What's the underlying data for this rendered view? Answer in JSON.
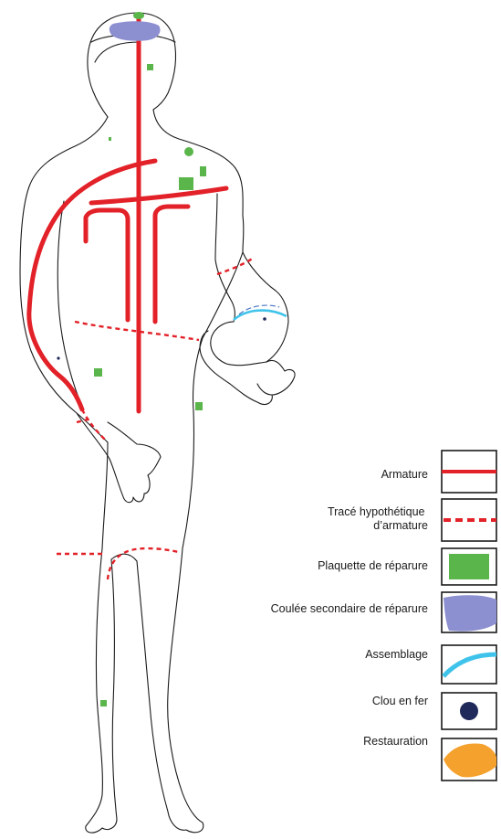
{
  "legend": {
    "items": [
      {
        "id": "armature",
        "label_lines": [
          "Armature"
        ],
        "color": "#e22128",
        "symbol": "solid-line"
      },
      {
        "id": "hypothetical",
        "label_lines": [
          "Tracé hypothétique",
          "d’armature"
        ],
        "color": "#e22128",
        "symbol": "dashed-line"
      },
      {
        "id": "plaquette",
        "label_lines": [
          "Plaquette de réparure"
        ],
        "color": "#5ab54b",
        "symbol": "green-rectangle"
      },
      {
        "id": "coulee",
        "label_lines": [
          "Coulée secondaire de  réparure"
        ],
        "color": "#8c8fd0",
        "symbol": "purple-blob"
      },
      {
        "id": "assemblage",
        "label_lines": [
          "Assemblage"
        ],
        "color": "#3fc3ea",
        "symbol": "blue-arc"
      },
      {
        "id": "clou",
        "label_lines": [
          "Clou en fer"
        ],
        "color": "#1f2a5a",
        "symbol": "navy-dot"
      },
      {
        "id": "restauration",
        "label_lines": [
          "Restauration"
        ],
        "color": "#f5a12d",
        "symbol": "orange-lens"
      }
    ]
  }
}
